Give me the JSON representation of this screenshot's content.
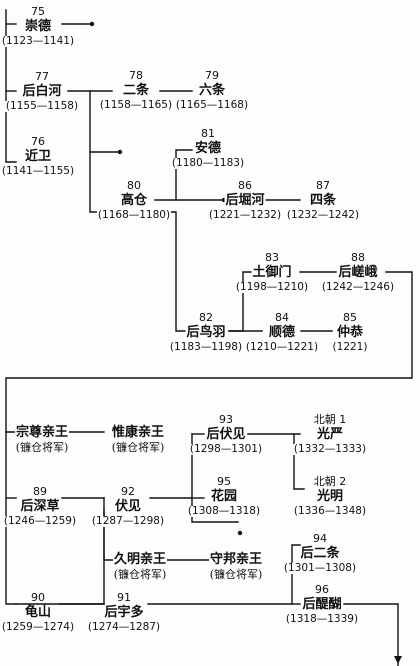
{
  "emperors": [
    {
      "num": "75",
      "name": "崇德",
      "years": "(1123—1141)"
    },
    {
      "num": "77",
      "name": "后白河",
      "years": "(1155—1158)"
    },
    {
      "num": "76",
      "name": "近卫",
      "years": "(1141—1155)"
    },
    {
      "num": "78",
      "name": "二条",
      "years": "(1158—1165)"
    },
    {
      "num": "79",
      "name": "六条",
      "years": "(1165—1168)"
    },
    {
      "num": "81",
      "name": "安德",
      "years": "(1180—1183)"
    },
    {
      "num": "80",
      "name": "高仓",
      "years": "(1168—1180)"
    },
    {
      "num": "86",
      "name": "后堀河",
      "years": "(1221—1232)"
    },
    {
      "num": "87",
      "name": "四条",
      "years": "(1232—1242)"
    },
    {
      "num": "83",
      "name": "土御门",
      "years": "(1198—1210)"
    },
    {
      "num": "88",
      "name": "后嵯峨",
      "years": "(1242—1246)"
    },
    {
      "num": "82",
      "name": "后鸟羽",
      "years": "(1183—1198)"
    },
    {
      "num": "84",
      "name": "顺德",
      "years": "(1210—1221)"
    },
    {
      "num": "85",
      "name": "仲恭",
      "years": "(1221)"
    },
    {
      "num": "93",
      "name": "后伏见",
      "years": "(1298—1301)"
    },
    {
      "num": "北朝 1",
      "name": "光严",
      "years": "(1332—1333)"
    },
    {
      "num": "95",
      "name": "花园",
      "years": "(1308—1318)"
    },
    {
      "num": "北朝 2",
      "name": "光明",
      "years": "(1336—1348)"
    },
    {
      "num": "89",
      "name": "后深草",
      "years": "(1246—1259)"
    },
    {
      "num": "92",
      "name": "伏见",
      "years": "(1287—1298)"
    },
    {
      "num": "94",
      "name": "后二条",
      "years": "(1301—1308)"
    },
    {
      "num": "96",
      "name": "后醍醐",
      "years": "(1318—1339)"
    },
    {
      "num": "90",
      "name": "龟山",
      "years": "(1259—1274)"
    },
    {
      "num": "91",
      "name": "后宇多",
      "years": "(1274—1287)"
    }
  ],
  "princes": [
    {
      "name": "宗尊亲王",
      "note": "(镰仓将军)"
    },
    {
      "name": "惟康亲王",
      "note": "(镰仓将军)"
    },
    {
      "name": "久明亲王",
      "note": "(镰仓将军)"
    },
    {
      "name": "守邦亲王",
      "note": "(镰仓将军)"
    }
  ]
}
